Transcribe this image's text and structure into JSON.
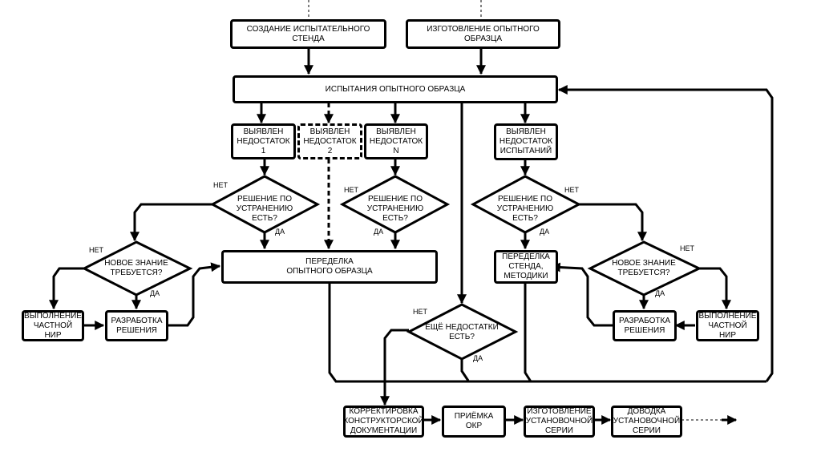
{
  "boxes": {
    "stand": "СОЗДАНИЕ ИСПЫТАТЕЛЬНОГО СТЕНДА",
    "prototype": "ИЗГОТОВЛЕНИЕ ОПЫТНОГО ОБРАЗЦА",
    "testing": "ИСПЫТАНИЯ ОПЫТНОГО ОБРАЗЦА",
    "defect1": "ВЫЯВЛЕН\nНЕДОСТАТОК 1",
    "defect2": "ВЫЯВЛЕН\nНЕДОСТАТОК 2",
    "defectN": "ВЫЯВЛЕН\nНЕДОСТАТОК N",
    "defectTests": "ВЫЯВЛЕН\nНЕДОСТАТОК\nИСПЫТАНИЙ",
    "rework": "ПЕРЕДЕЛКА\nОПЫТНОГО ОБРАЗЦА",
    "reworkStand": "ПЕРЕДЕЛКА\nСТЕНДА,\nМЕТОДИКИ",
    "privateResearchLeft": "ВЫПОЛНЕНИЕ\nЧАСТНОЙ НИР",
    "devSolutionLeft": "РАЗРАБОТКА\nРЕШЕНИЯ",
    "devSolutionRight": "РАЗРАБОТКА\nРЕШЕНИЯ",
    "privateResearchRight": "ВЫПОЛНЕНИЕ\nЧАСТНОЙ НИР",
    "correctDocs": "КОРРЕКТИРОВКА\nКОНСТРУКТОРСКОЙ\nДОКУМЕНТАЦИИ",
    "acceptance": "ПРИЁМКА\nОКР",
    "installSeries": "ИЗГОТОВЛЕНИЕ\nУСТАНОВОЧНОЙ\nСЕРИИ",
    "finishSeries": "ДОВОДКА\nУСТАНОВОЧНОЙ\nСЕРИИ"
  },
  "decisions": {
    "solution1": "РЕШЕНИЕ ПО\nУСТРАНЕНИЮ ЕСТЬ?",
    "solutionN": "РЕШЕНИЕ ПО\nУСТРАНЕНИЮ ЕСТЬ?",
    "solutionTests": "РЕШЕНИЕ ПО\nУСТРАНЕНИЮ ЕСТЬ?",
    "knowledgeLeft": "НОВОЕ ЗНАНИЕ\nТРЕБУЕТСЯ?",
    "knowledgeRight": "НОВОЕ ЗНАНИЕ\nТРЕБУЕТСЯ?",
    "moreDefects": "ЕЩЁ НЕДОСТАТКИ\nЕСТЬ?"
  },
  "labels": {
    "yes": "ДА",
    "no": "НЕТ"
  }
}
